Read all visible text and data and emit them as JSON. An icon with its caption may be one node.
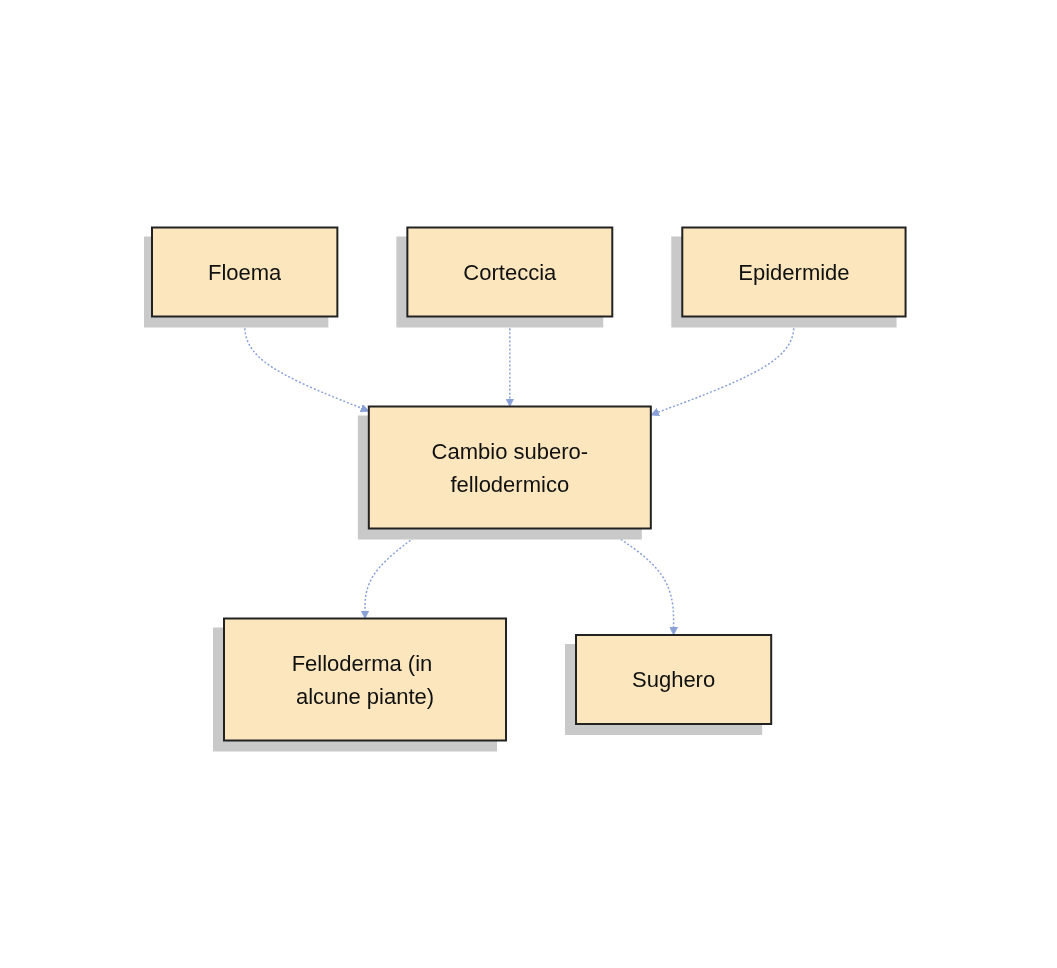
{
  "diagram": {
    "nodes": [
      {
        "text": [
          "Floema"
        ]
      },
      {
        "text": [
          "Corteccia"
        ]
      },
      {
        "text": [
          "Epidermide"
        ]
      },
      {
        "text": [
          "Cambio subero-fellodermico"
        ]
      },
      {
        "text": [
          "Felloderma (in alcune piante)"
        ]
      },
      {
        "text": [
          "Sughero"
        ]
      }
    ],
    "edges": [
      {
        "from": 0,
        "to": 3,
        "arrow": "to",
        "style": "dashed"
      },
      {
        "from": 1,
        "to": 3,
        "arrow": "to",
        "style": "dashed"
      },
      {
        "from": 2,
        "to": 3,
        "arrow": "to",
        "style": "dashed"
      },
      {
        "from": 3,
        "to": 4,
        "arrow": "to",
        "style": "dashed"
      },
      {
        "from": 3,
        "to": 5,
        "arrow": "to",
        "style": "dashed"
      }
    ]
  }
}
